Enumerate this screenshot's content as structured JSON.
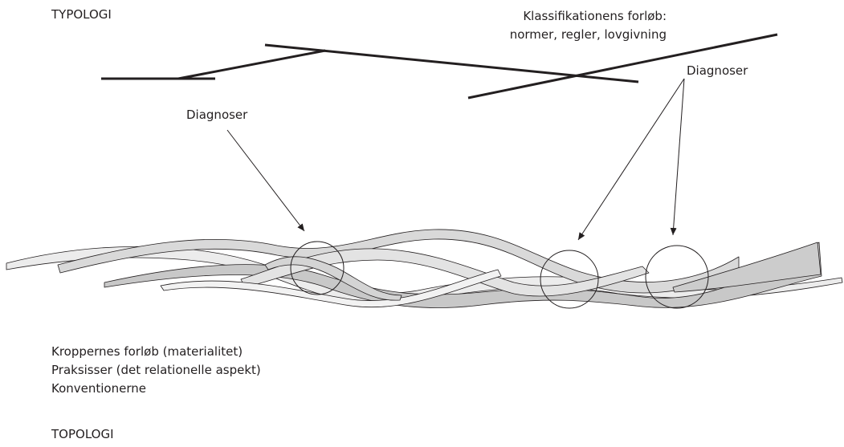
{
  "labels": {
    "typology": "TYPOLOGI",
    "topology": "TOPOLOGI",
    "classification_line1": "Klassifikationens forløb:",
    "classification_line2": "normer, regler, lovgivning",
    "diagnoses_left": "Diagnoser",
    "diagnoses_right": "Diagnoser",
    "strands": [
      "Kroppernes forløb (materialitet)",
      "Praksisser (det relationelle aspekt)",
      "Konventionerne"
    ]
  },
  "colors": {
    "ink": "#231f20",
    "ribbon_light": "#ececec",
    "ribbon_mid": "#dcdcdc",
    "ribbon_dark": "#c9c9c9"
  }
}
